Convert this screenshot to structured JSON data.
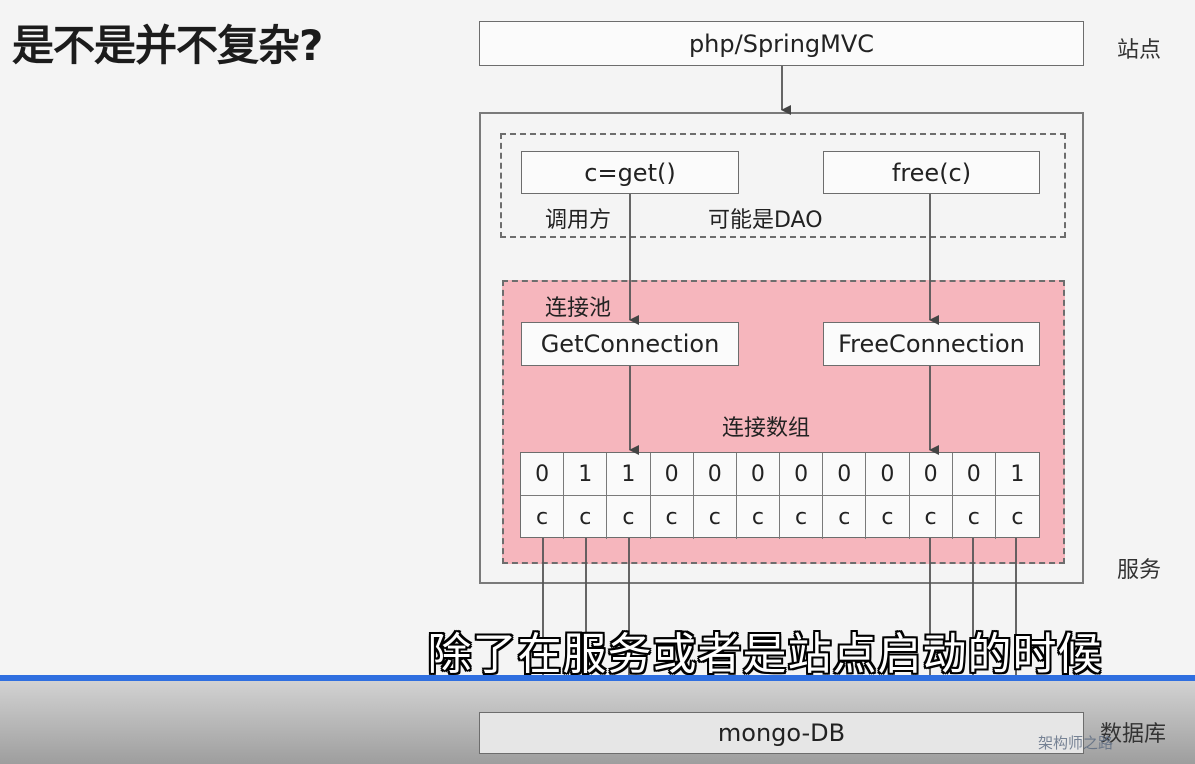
{
  "headline": "是不是并不复杂?",
  "site": {
    "box": "php/SpringMVC",
    "label": "站点"
  },
  "caller": {
    "get_box": "c=get()",
    "free_box": "free(c)",
    "caller_label": "调用方",
    "dao_label": "可能是DAO"
  },
  "pool": {
    "label": "连接池",
    "get_conn": "GetConnection",
    "free_conn": "FreeConnection",
    "array_label": "连接数组"
  },
  "conn_array": {
    "flags": [
      "0",
      "1",
      "1",
      "0",
      "0",
      "0",
      "0",
      "0",
      "0",
      "0",
      "0",
      "1"
    ],
    "conns": [
      "c",
      "c",
      "c",
      "c",
      "c",
      "c",
      "c",
      "c",
      "c",
      "c",
      "c",
      "c"
    ]
  },
  "service_label": "服务",
  "db": {
    "box": "mongo-DB",
    "label": "数据库"
  },
  "subtitle": "除了在服务或者是站点启动的时候",
  "watermark": "架构师之路"
}
